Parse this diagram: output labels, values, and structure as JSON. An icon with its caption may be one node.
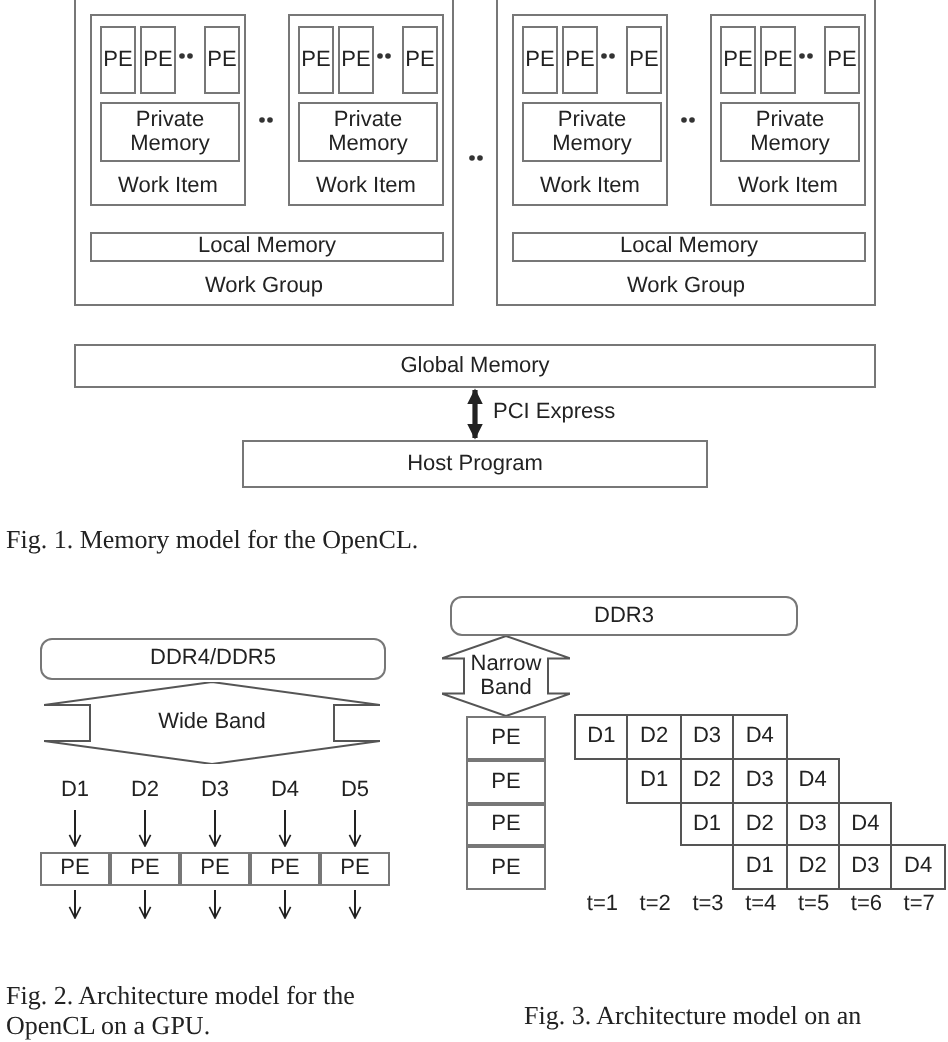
{
  "diagram": {
    "nodes": [
      {
        "text": [
          "Work Group"
        ]
      },
      {
        "text": [
          "Work Item"
        ],
        "in": 0
      },
      {
        "text": [
          "PE"
        ],
        "in": 1
      },
      {
        "text": [
          "PE"
        ],
        "in": 1
      },
      {
        "text": [
          "PE"
        ],
        "in": 1
      },
      {
        "text": [
          "Private Memory"
        ],
        "in": 1
      },
      {
        "text": [
          "Work Item"
        ],
        "in": 0
      },
      {
        "text": [
          "PE"
        ],
        "in": 6
      },
      {
        "text": [
          "PE"
        ],
        "in": 6
      },
      {
        "text": [
          "PE"
        ],
        "in": 6
      },
      {
        "text": [
          "Private Memory"
        ],
        "in": 6
      },
      {
        "text": [
          "Local Memory"
        ],
        "in": 0
      },
      {
        "text": [
          "Work Group"
        ]
      },
      {
        "text": [
          "Work Item"
        ],
        "in": 12
      },
      {
        "text": [
          "PE"
        ],
        "in": 13
      },
      {
        "text": [
          "PE"
        ],
        "in": 13
      },
      {
        "text": [
          "PE"
        ],
        "in": 13
      },
      {
        "text": [
          "Private Memory"
        ],
        "in": 13
      },
      {
        "text": [
          "Work Item"
        ],
        "in": 12
      },
      {
        "text": [
          "PE"
        ],
        "in": 18
      },
      {
        "text": [
          "PE"
        ],
        "in": 18
      },
      {
        "text": [
          "PE"
        ],
        "in": 18
      },
      {
        "text": [
          "Private Memory"
        ],
        "in": 18
      },
      {
        "text": [
          "Local Memory"
        ],
        "in": 12
      },
      {
        "text": [
          "Global Memory"
        ]
      },
      {
        "text": [
          "Host Program"
        ]
      },
      {
        "text": [
          "DDR4/DDR5"
        ]
      },
      {
        "text": [
          "Wide Band"
        ]
      },
      {
        "text": [
          "D1"
        ]
      },
      {
        "text": [
          "D2"
        ]
      },
      {
        "text": [
          "D3"
        ]
      },
      {
        "text": [
          "D4"
        ]
      },
      {
        "text": [
          "D5"
        ]
      },
      {
        "text": [
          "PE"
        ]
      },
      {
        "text": [
          "PE"
        ]
      },
      {
        "text": [
          "PE"
        ]
      },
      {
        "text": [
          "PE"
        ]
      },
      {
        "text": [
          "PE"
        ]
      },
      {
        "text": [
          "DDR3"
        ]
      },
      {
        "text": [
          "Narrow Band"
        ]
      },
      {
        "text": [
          "PE"
        ]
      },
      {
        "text": [
          "PE"
        ]
      },
      {
        "text": [
          "PE"
        ]
      },
      {
        "text": [
          "PE"
        ]
      }
    ],
    "edges": [
      {
        "from": 24,
        "to": 25,
        "arrow": "both",
        "label": "PCI Express",
        "style": "thick"
      },
      {
        "from": 28,
        "to": 33,
        "arrow": "to"
      },
      {
        "from": 29,
        "to": 34,
        "arrow": "to"
      },
      {
        "from": 30,
        "to": 35,
        "arrow": "to"
      },
      {
        "from": 31,
        "to": 36,
        "arrow": "to"
      },
      {
        "from": 32,
        "to": 37,
        "arrow": "to"
      },
      {
        "from": 33,
        "to": null,
        "arrow": "to"
      },
      {
        "from": 34,
        "to": null,
        "arrow": "to"
      },
      {
        "from": 35,
        "to": null,
        "arrow": "to"
      },
      {
        "from": 36,
        "to": null,
        "arrow": "to"
      },
      {
        "from": 37,
        "to": null,
        "arrow": "to"
      }
    ],
    "labels": [
      "Fig. 1. Memory model for the OpenCL.",
      "D1",
      "D2",
      "D3",
      "D4",
      "D1",
      "D2",
      "D3",
      "D4",
      "D1",
      "D2",
      "D3",
      "D4",
      "D1",
      "D2",
      "D3",
      "D4",
      "t=1",
      "t=2",
      "t=3",
      "t=4",
      "t=5",
      "t=6",
      "t=7",
      "Fig. 2. Architecture model for the OpenCL on a GPU.",
      "Fig. 3. Architecture model on an"
    ]
  }
}
